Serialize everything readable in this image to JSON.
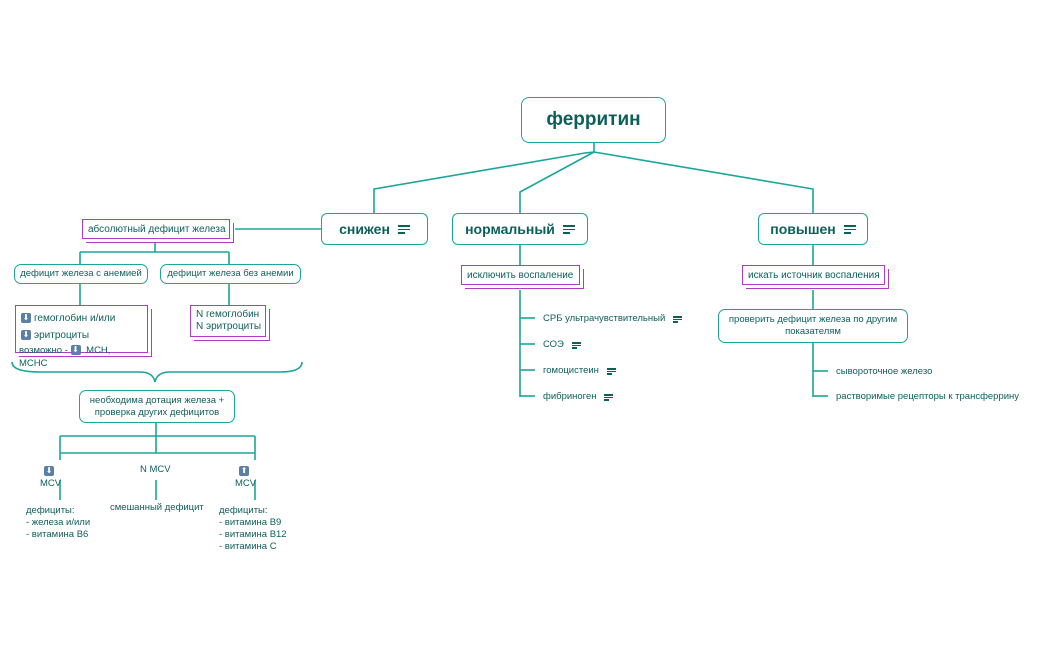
{
  "root": {
    "label": "ферритин"
  },
  "branches": {
    "low": {
      "label": "снижен"
    },
    "normal": {
      "label": "нормальный"
    },
    "high": {
      "label": "повышен"
    }
  },
  "low": {
    "absolute": "абсолютный дефицит железа",
    "with_anemia": "дефицит железа с анемией",
    "without_anemia": "дефицит железа без анемии",
    "anemia_signs": [
      "гемоглобин и/или",
      "эритроциты",
      "возможно -",
      "МСН,",
      "МСНС"
    ],
    "no_anemia_signs": [
      "N гемоглобин",
      "N эритроциты"
    ],
    "need": "необходима дотация железа +\nпроверка других дефицитов",
    "low_mcv": "MCV",
    "normal_mcv": "N MCV",
    "high_mcv": "MCV",
    "low_mcv_text": "дефициты:\n- железа и/или\n- витамина В6",
    "normal_mcv_text": "смешанный дефицит",
    "high_mcv_text": "дефициты:\n- витамина В9\n- витамина  В12\n- витамина С"
  },
  "normal": {
    "exclude": "исключить воспаление",
    "tests": [
      "СРБ ультрачувствительный",
      "СОЭ",
      "гомоцистеин",
      "фибриноген"
    ]
  },
  "high": {
    "find": "искать источник воспаления",
    "check": "проверить дефицит железа по другим\nпоказателям",
    "tests": [
      "сывороточное железо",
      "растворимые рецепторы к трансферрину"
    ]
  },
  "colors": {
    "teal": "#1aa69b",
    "text": "#0d5f5a",
    "purple": "#b03cc4",
    "arrow": "#5b7fa6"
  }
}
